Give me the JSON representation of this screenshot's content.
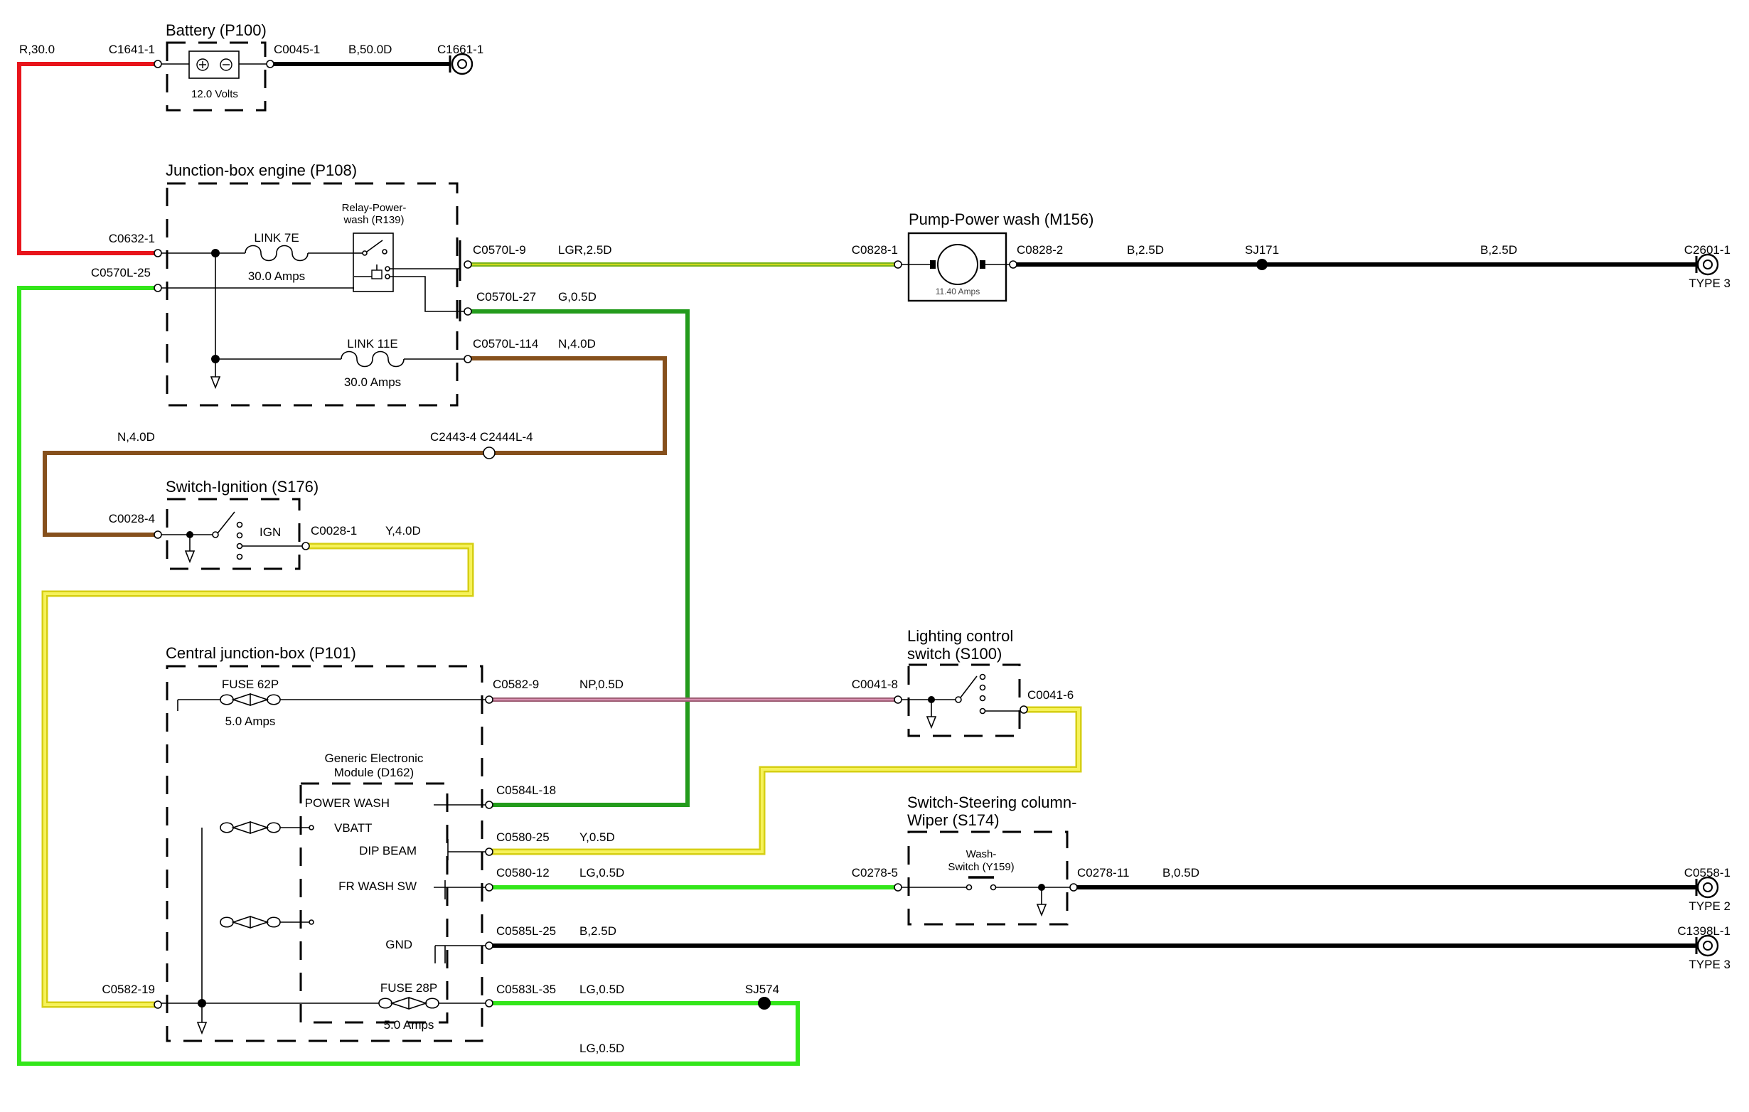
{
  "colors": {
    "red": "#e8141b",
    "black": "#000000",
    "green": "#33e61a",
    "dark_green": "#239b1c",
    "lgr": "#7ab51d",
    "brown": "#86501c",
    "yellow": "#f2ee1e",
    "pink": "#c07890"
  },
  "components": {
    "battery": {
      "title": "Battery (P100)",
      "value": "12.0 Volts"
    },
    "junction_engine": {
      "title": "Junction-box engine (P108)",
      "link_7e": "LINK 7E",
      "link_7e_amps": "30.0 Amps",
      "link_11e": "LINK 11E",
      "link_11e_amps": "30.0 Amps",
      "relay_line1": "Relay-Power-",
      "relay_line2": "wash (R139)"
    },
    "pump": {
      "title": "Pump-Power wash (M156)",
      "amps": "11.40 Amps"
    },
    "ignition": {
      "title": "Switch-Ignition (S176)",
      "ign": "IGN"
    },
    "central": {
      "title": "Central junction-box (P101)",
      "fuse_62p": "FUSE 62P",
      "fuse_62p_amps": "5.0 Amps",
      "fuse_28p": "FUSE 28P",
      "fuse_28p_amps": "5.0 Amps"
    },
    "gem": {
      "line1": "Generic Electronic",
      "line2": "Module (D162)",
      "pins": [
        "POWER WASH",
        "VBATT",
        "DIP BEAM",
        "FR WASH SW",
        "GND"
      ]
    },
    "lighting": {
      "line1": "Lighting control",
      "line2": "switch (S100)"
    },
    "wiper": {
      "line1": "Switch-Steering column-",
      "line2": "Wiper (S174)",
      "wash_line1": "Wash-",
      "wash_line2": "Switch (Y159)"
    }
  },
  "connectors": {
    "c1641_1": "C1641-1",
    "c0045_1": "C0045-1",
    "c1661_1": "C1661-1",
    "c0632_1": "C0632-1",
    "c0570l_25": "C0570L-25",
    "c0570l_9": "C0570L-9",
    "c0570l_27": "C0570L-27",
    "c0570l_114": "C0570L-114",
    "c0828_1": "C0828-1",
    "c0828_2": "C0828-2",
    "c2601_1": "C2601-1",
    "c2443_c2444": "C2443-4 C2444L-4",
    "c0028_4": "C0028-4",
    "c0028_1": "C0028-1",
    "c0582_9": "C0582-9",
    "c0041_8": "C0041-8",
    "c0041_6": "C0041-6",
    "c0584l_18": "C0584L-18",
    "c0580_25": "C0580-25",
    "c0580_12": "C0580-12",
    "c0278_5": "C0278-5",
    "c0278_11": "C0278-11",
    "c0558_1": "C0558-1",
    "c0585l_25": "C0585L-25",
    "c1398l_1": "C1398L-1",
    "c0582_19": "C0582-19",
    "c0583l_35": "C0583L-35",
    "sj171": "SJ171",
    "sj574": "SJ574",
    "type3_a": "TYPE 3",
    "type2": "TYPE 2",
    "type3_b": "TYPE 3"
  },
  "wires": {
    "r30": "R,30.0",
    "b50": "B,50.0D",
    "lgr25": "LGR,2.5D",
    "b25_a": "B,2.5D",
    "b25_b": "B,2.5D",
    "g05": "G,0.5D",
    "n40_a": "N,4.0D",
    "n40_b": "N,4.0D",
    "y40": "Y,4.0D",
    "np05": "NP,0.5D",
    "y05": "Y,0.5D",
    "lg05_a": "LG,0.5D",
    "b05": "B,0.5D",
    "b25_c": "B,2.5D",
    "lg05_b": "LG,0.5D",
    "lg05_c": "LG,0.5D"
  }
}
